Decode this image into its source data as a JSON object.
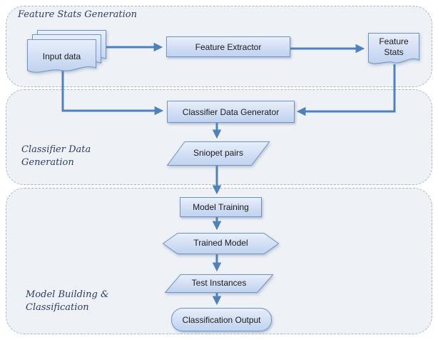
{
  "sections": {
    "feature_stats": {
      "label_line1": "Feature Stats Generation"
    },
    "classifier_data": {
      "label_line1": "Classifier Data",
      "label_line2": "Generation"
    },
    "model_building": {
      "label_line1": "Model Building &",
      "label_line2": "Classification"
    }
  },
  "nodes": {
    "input_data": {
      "label": "Input data",
      "shape": "stacked-documents"
    },
    "feature_extractor": {
      "label": "Feature Extractor",
      "shape": "rectangle"
    },
    "feature_stats": {
      "label_line1": "Feature",
      "label_line2": "Stats",
      "shape": "document"
    },
    "classifier_data_generator": {
      "label": "Classifier Data Generator",
      "shape": "rectangle"
    },
    "snippet_pairs": {
      "label": "Sniopet pairs",
      "shape": "parallelogram"
    },
    "model_training": {
      "label": "Model Training",
      "shape": "rectangle"
    },
    "trained_model": {
      "label": "Trained Model",
      "shape": "hexagon"
    },
    "test_instances": {
      "label": "Test Instances",
      "shape": "parallelogram"
    },
    "classification_output": {
      "label": "Classification Output",
      "shape": "stadium"
    }
  },
  "edges": [
    {
      "from": "input_data",
      "to": "feature_extractor"
    },
    {
      "from": "feature_extractor",
      "to": "feature_stats"
    },
    {
      "from": "input_data",
      "to": "classifier_data_generator"
    },
    {
      "from": "feature_stats",
      "to": "classifier_data_generator"
    },
    {
      "from": "classifier_data_generator",
      "to": "snippet_pairs"
    },
    {
      "from": "snippet_pairs",
      "to": "model_training"
    },
    {
      "from": "model_training",
      "to": "trained_model"
    },
    {
      "from": "trained_model",
      "to": "test_instances"
    },
    {
      "from": "test_instances",
      "to": "classification_output"
    }
  ],
  "colors": {
    "arrow": "#4f81bd",
    "node_border": "#7194c4",
    "node_fill_top": "#e9effb",
    "node_fill_bottom": "#bfd2ef",
    "section_fill": "#eef2f7",
    "section_border": "#a9b9cd",
    "section_label": "#2e3d63"
  }
}
